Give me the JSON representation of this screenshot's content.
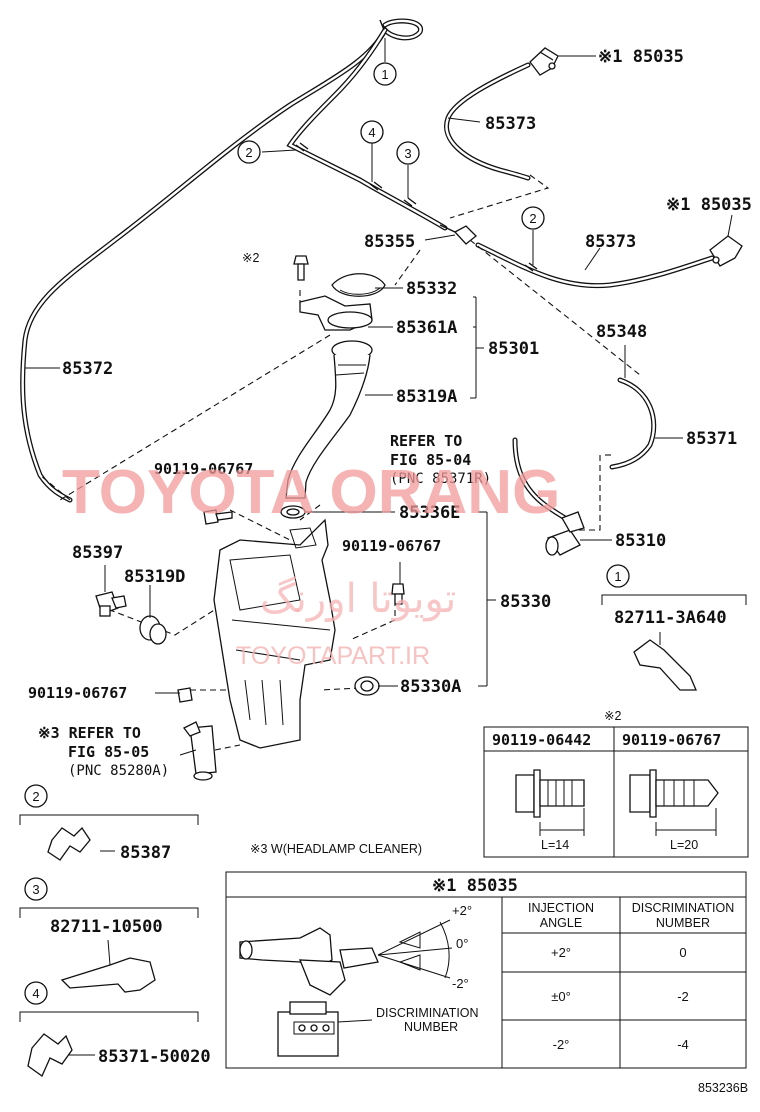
{
  "labels": {
    "p85035_top": "※1 85035",
    "p85373_top": "85373",
    "p85035_right": "※1 85035",
    "p85373_mid": "85373",
    "p85355": "85355",
    "star2_bolt": "※2",
    "p85332": "85332",
    "p85361A": "85361A",
    "p85301": "85301",
    "p85372": "85372",
    "p85319A": "85319A",
    "p85348": "85348",
    "p85371": "85371",
    "refer1_line1": "REFER TO",
    "refer1_line2": "FIG 85-04",
    "refer1_line3": "(PNC 85371R)",
    "bolt_90119_a": "90119-06767",
    "p85336E": "85336E",
    "p85310": "85310",
    "p85397": "85397",
    "bolt_90119_b": "90119-06767",
    "p85319D": "85319D",
    "p85330": "85330",
    "bolt_90119_c": "90119-06767",
    "p85330A": "85330A",
    "refer2_line1": "※3 REFER TO",
    "refer2_line2": "FIG 85-05",
    "refer2_line3": "(PNC 85280A)",
    "p85387": "85387",
    "p82711_10500": "82711-10500",
    "p85371_50020": "85371-50020",
    "p82711_3A640": "82711-3A640",
    "headlamp_note": "※3 W(HEADLAMP CLEANER)",
    "diagram_id": "853236B"
  },
  "callouts": [
    "1",
    "2",
    "2",
    "3",
    "4"
  ],
  "legend_callouts": {
    "c1": "1",
    "c2": "2",
    "c3": "3",
    "c4": "4"
  },
  "bolt_table": {
    "mark": "※2",
    "col1": "90119-06442",
    "col2": "90119-06767",
    "len1": "L=14",
    "len2": "L=20"
  },
  "nozzle_table": {
    "title": "※1 85035",
    "header_angle": [
      "INJECTION",
      "ANGLE"
    ],
    "header_disc": [
      "DISCRIMINATION",
      "NUMBER"
    ],
    "rows": [
      {
        "angle": "+2°",
        "disc": "0"
      },
      {
        "angle": "±0°",
        "disc": "-2"
      },
      {
        "angle": "-2°",
        "disc": "-4"
      }
    ],
    "angle_marks": [
      "+2°",
      "0°",
      "-2°"
    ],
    "disc_caption": [
      "DISCRIMINATION",
      "NUMBER"
    ]
  },
  "watermark": {
    "main": "TOYOTA ORANG",
    "persian": "تویوتا اورنگ",
    "url": "TOYOTAPART.IR"
  },
  "colors": {
    "ink": "#111111",
    "watermark": "#f19a9a"
  }
}
